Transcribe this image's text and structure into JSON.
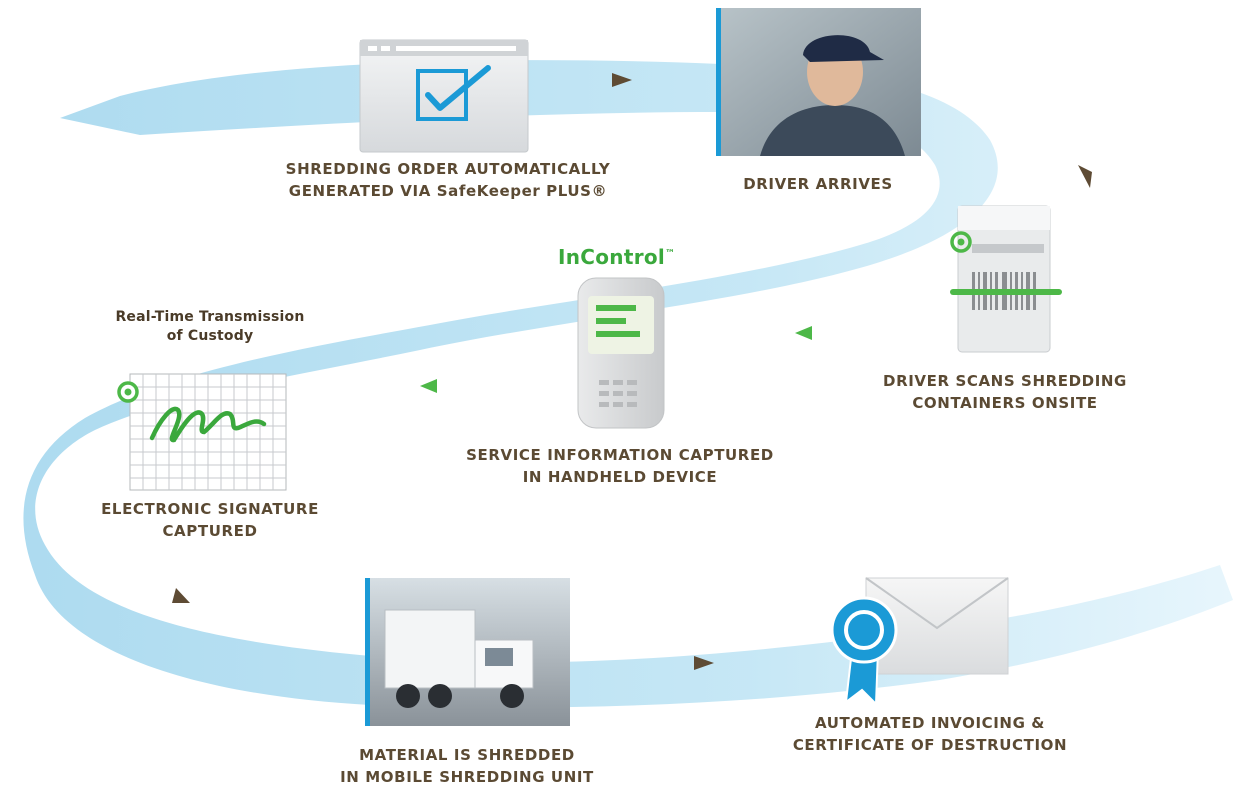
{
  "steps": {
    "order": {
      "line1": "SHREDDING ORDER AUTOMATICALLY",
      "line2": "GENERATED VIA SafeKeeper PLUS®"
    },
    "driver": {
      "line1": "DRIVER ARRIVES"
    },
    "scan": {
      "line1": "DRIVER SCANS SHREDDING",
      "line2": "CONTAINERS ONSITE"
    },
    "service": {
      "line1": "SERVICE INFORMATION CAPTURED",
      "line2": "IN HANDHELD DEVICE"
    },
    "signature": {
      "line1": "ELECTRONIC SIGNATURE",
      "line2": "CAPTURED"
    },
    "shred": {
      "line1": "MATERIAL IS SHREDDED",
      "line2": "IN MOBILE SHREDDING UNIT"
    },
    "invoice": {
      "line1": "AUTOMATED INVOICING &",
      "line2": "CERTIFICATE OF DESTRUCTION"
    }
  },
  "annotations": {
    "incontrol": "InControl",
    "incontrol_mark": "™",
    "realtime_line1": "Real-Time Transmission",
    "realtime_line2": "of Custody"
  },
  "colors": {
    "ribbon": "#b9e1f2",
    "ribbon_light": "#e2f3fb",
    "label_text": "#5b4a33",
    "brand_green": "#3aa83c",
    "check_blue": "#1b9ad6",
    "arrow_brown": "#5e4b34",
    "arrow_green": "#4db848"
  },
  "icons": [
    "checkbox-window-icon",
    "driver-photo",
    "barcode-container-icon",
    "handheld-device-icon",
    "signature-grid-icon",
    "truck-photo",
    "certificate-envelope-icon"
  ]
}
